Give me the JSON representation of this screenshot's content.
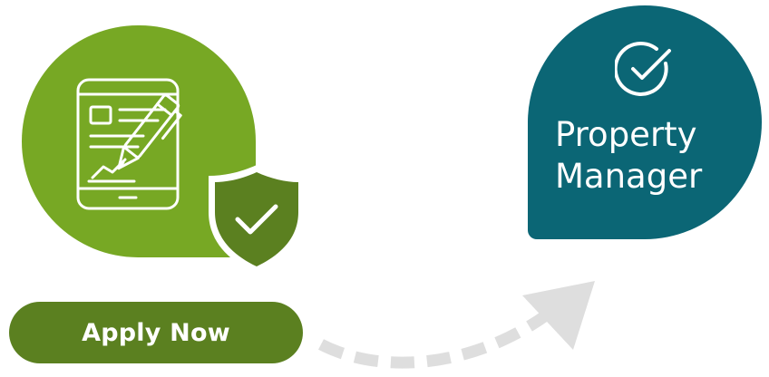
{
  "apply_button": {
    "label": "Apply Now"
  },
  "manager_card": {
    "line1": "Property",
    "line2": "Manager"
  },
  "icons": {
    "application": "tablet-document-pen-icon",
    "verified": "shield-check-icon",
    "approved": "check-circle-icon",
    "flow": "dashed-arrow-icon"
  },
  "colors": {
    "green_primary": "#77a824",
    "green_dark": "#5b8020",
    "teal": "#0b6675",
    "arrow_gray": "#dedede"
  }
}
